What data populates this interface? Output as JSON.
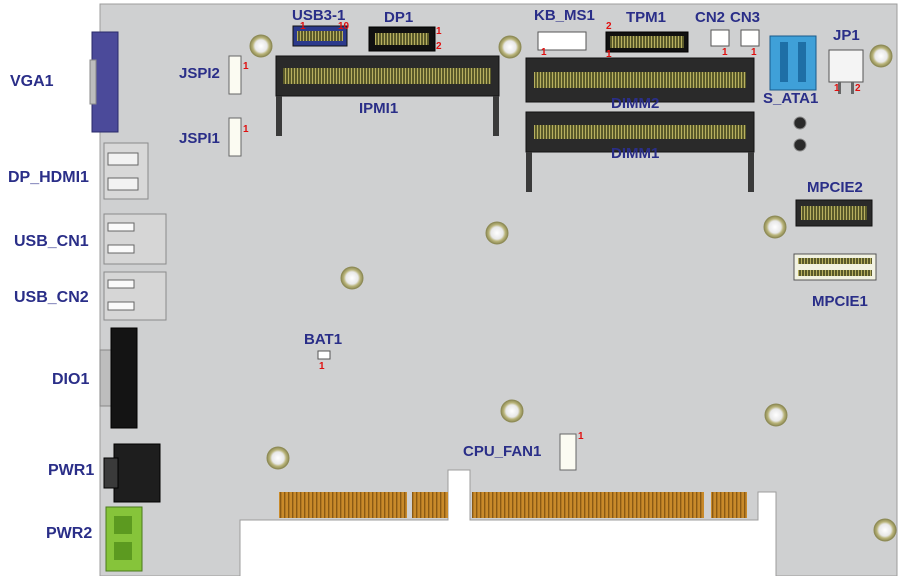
{
  "colors": {
    "board": "#cfd0d1",
    "label": "#2a2e88",
    "pin": "#e01010",
    "gold": "#c98a2a",
    "vga": "#4b4a9a",
    "sata": "#3fa0d8",
    "pwr2": "#86c43a"
  },
  "labels": {
    "vga1": "VGA1",
    "dp_hdmi1": "DP_HDMI1",
    "usb_cn1": "USB_CN1",
    "usb_cn2": "USB_CN2",
    "dio1": "DIO1",
    "pwr1": "PWR1",
    "pwr2": "PWR2",
    "jspi2": "JSPI2",
    "jspi1": "JSPI1",
    "usb3_1": "USB3-1",
    "dp1": "DP1",
    "ipmi1": "IPMI1",
    "kb_ms1": "KB_MS1",
    "tpm1": "TPM1",
    "cn2": "CN2",
    "cn3": "CN3",
    "jp1": "JP1",
    "s_ata1": "S_ATA1",
    "dimm2": "DIMM2",
    "dimm1": "DIMM1",
    "mpcie2": "MPCIE2",
    "mpcie1": "MPCIE1",
    "bat1": "BAT1",
    "cpu_fan1": "CPU_FAN1"
  },
  "pins": {
    "jspi2": "1",
    "jspi1": "1",
    "usb3_1_a": "1",
    "usb3_1_b": "10",
    "dp1_a": "1",
    "dp1_b": "2",
    "kb_ms1": "1",
    "tpm1_a": "2",
    "tpm1_b": "1",
    "cn2": "1",
    "cn3": "1",
    "jp1_a": "1",
    "jp1_b": "2",
    "bat1": "1",
    "cpu_fan1": "1"
  }
}
